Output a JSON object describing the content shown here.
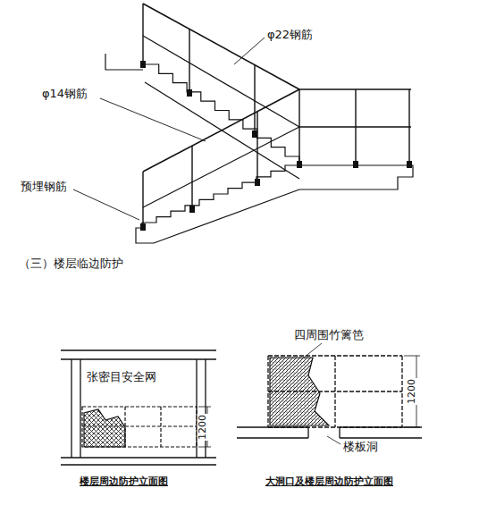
{
  "diagram": {
    "title": "（三）楼层临边防护",
    "labels": [
      "φ22钢筋",
      "φ14钢筋",
      "预埋钢筋",
      "张密目安全网",
      "1200",
      "四周围竹篱笆",
      "1200",
      "楼板洞",
      "楼层周边防护立面图",
      "大洞口及楼层周边防护立面图"
    ]
  }
}
